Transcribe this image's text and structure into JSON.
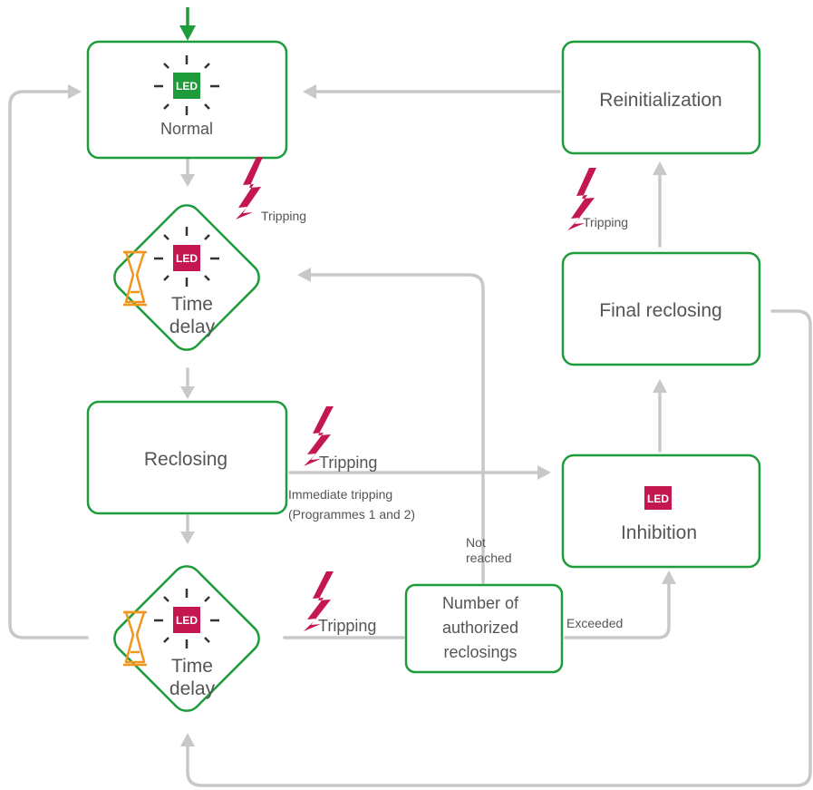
{
  "colors": {
    "box_border": "#1e9b3a",
    "arrow": "#c8c8c8",
    "start_arrow": "#1e9b3a",
    "led_normal": "#1e9b3a",
    "led_alert": "#c4174f",
    "trip_bolt": "#c4174f",
    "hourglass": "#f0961e",
    "text": "#555555"
  },
  "icons": {
    "led": "led-icon",
    "lightning": "lightning-icon",
    "hourglass": "hourglass-icon"
  },
  "states": {
    "normal": {
      "led": "LED",
      "label": "Normal"
    },
    "time_delay_1": {
      "led": "LED",
      "line1": "Time",
      "line2": "delay"
    },
    "reclosing": {
      "label": "Reclosing"
    },
    "time_delay_2": {
      "led": "LED",
      "line1": "Time",
      "line2": "delay"
    },
    "counter": {
      "line1": "Number of",
      "line2": "authorized",
      "line3": "reclosings"
    },
    "inhibition": {
      "led": "LED",
      "label": "Inhibition"
    },
    "final_reclosing": {
      "label": "Final reclosing"
    },
    "reinitialization": {
      "label": "Reinitialization"
    }
  },
  "transitions": {
    "tripping_normal": "Tripping",
    "tripping_reclosing": "Tripping",
    "immediate_line1": "Immediate tripping",
    "immediate_line2": "(Programmes 1 and 2)",
    "not_reached_line1": "Not",
    "not_reached_line2": "reached",
    "tripping_delay2": "Tripping",
    "exceeded": "Exceeded",
    "tripping_final": "Tripping"
  }
}
